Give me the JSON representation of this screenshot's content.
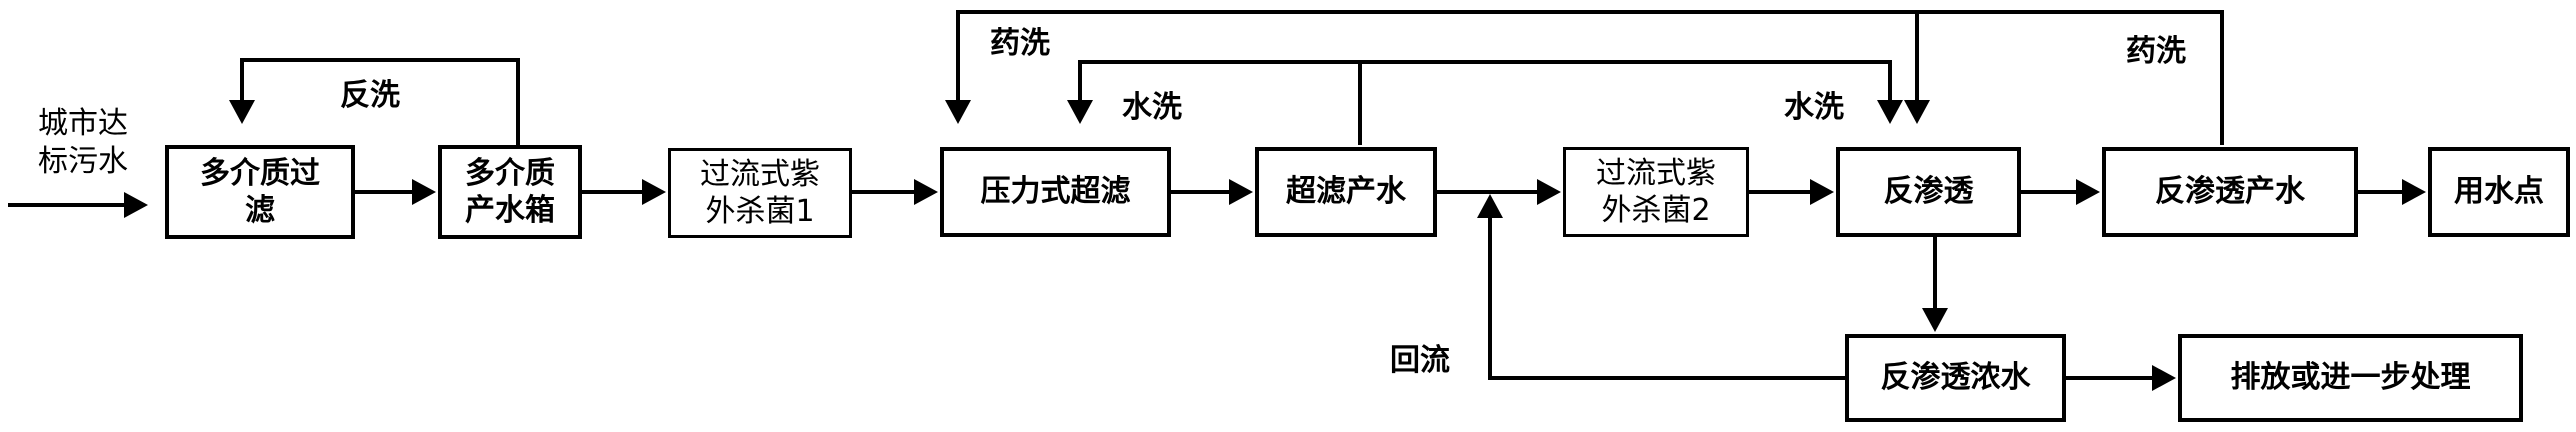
{
  "source": {
    "line1": "城市达",
    "line2": "标污水"
  },
  "nodes": {
    "multimedia_filter": {
      "line1": "多介质过",
      "line2": "滤"
    },
    "multimedia_tank": {
      "line1": "多介质",
      "line2": "产水箱"
    },
    "uv1": {
      "line1": "过流式紫",
      "line2": "外杀菌1"
    },
    "ultrafiltration": {
      "label": "压力式超滤"
    },
    "uf_product": {
      "label": "超滤产水"
    },
    "uv2": {
      "line1": "过流式紫",
      "line2": "外杀菌2"
    },
    "ro": {
      "label": "反渗透"
    },
    "ro_product": {
      "label": "反渗透产水"
    },
    "use_point": {
      "label": "用水点"
    },
    "ro_concentrate": {
      "label": "反渗透浓水"
    },
    "discharge": {
      "label": "排放或进一步处理"
    }
  },
  "edge_labels": {
    "backwash": "反洗",
    "chem_wash_left": "药洗",
    "water_wash_left": "水洗",
    "water_wash_right": "水洗",
    "chem_wash_right": "药洗",
    "reflux": "回流"
  }
}
